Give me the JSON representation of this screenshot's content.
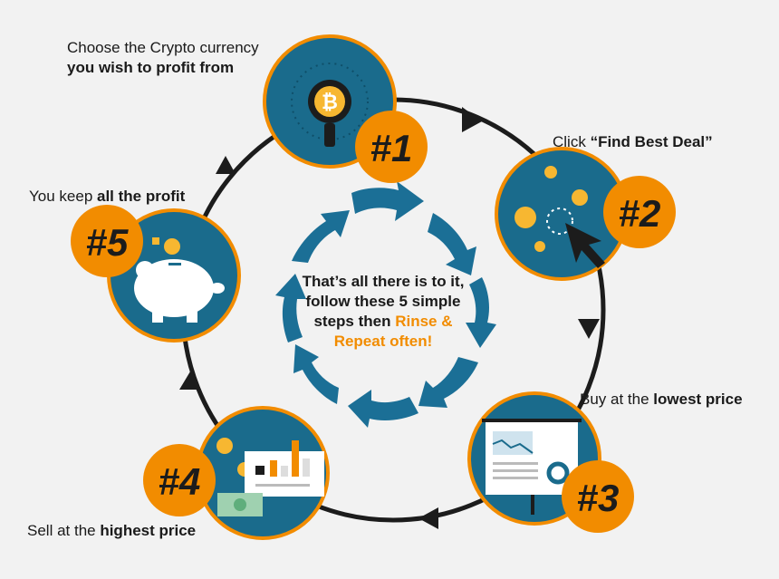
{
  "steps": [
    {
      "badge": "#1",
      "label_plain": "Choose the Crypto currency",
      "label_bold": "you wish to profit from",
      "icon": "bitcoin-magnifier-icon"
    },
    {
      "badge": "#2",
      "label_plain": "Click ",
      "label_bold": "“Find Best Deal”",
      "icon": "coins-cursor-click-icon"
    },
    {
      "badge": "#3",
      "label_plain": "Buy at the ",
      "label_bold": "lowest price",
      "icon": "presentation-chart-icon"
    },
    {
      "badge": "#4",
      "label_plain": "Sell at the ",
      "label_bold": "highest price",
      "icon": "money-bar-chart-icon"
    },
    {
      "badge": "#5",
      "label_plain": "You keep ",
      "label_bold": "all the profit",
      "icon": "piggy-bank-icon"
    }
  ],
  "center": {
    "line1": "That’s all there is to it,",
    "line2": "follow these 5 simple",
    "line3_plain": "steps then ",
    "line3_hl": "Rinse &",
    "line4_hl": "Repeat often!"
  },
  "colors": {
    "teal": "#1a6b8c",
    "teal_dark": "#0f4f69",
    "orange": "#f28c00",
    "ring": "#1c1c1c",
    "arrow": "#1b6f96",
    "coin": "#f7b731"
  }
}
